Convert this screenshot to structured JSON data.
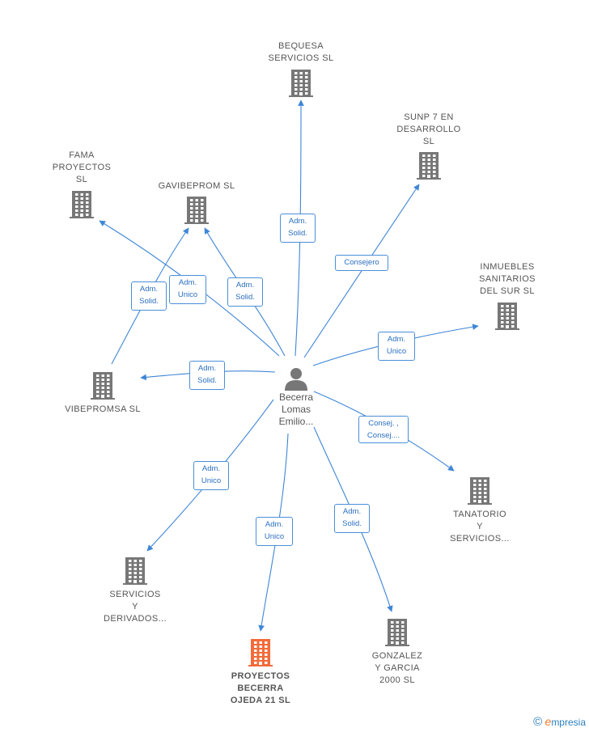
{
  "center": {
    "label": "Becerra\nLomas\nEmilio...",
    "icon": "person-icon",
    "color": "#777777"
  },
  "colors": {
    "edge": "#3f86d6",
    "company": "#777777",
    "highlight": "#f26b3a"
  },
  "companies": [
    {
      "id": "bequesa",
      "label": "BEQUESA\nSERVICIOS SL",
      "highlight": false
    },
    {
      "id": "sunp7",
      "label": "SUNP 7 EN\nDESARROLLO\nSL",
      "highlight": false
    },
    {
      "id": "fama",
      "label": "FAMA\nPROYECTOS\nSL",
      "highlight": false
    },
    {
      "id": "gavibeprom",
      "label": "GAVIBEPROM SL",
      "highlight": false
    },
    {
      "id": "inmuebles",
      "label": "INMUEBLES\nSANITARIOS\nDEL SUR  SL",
      "highlight": false
    },
    {
      "id": "vibepromsa",
      "label": "VIBEPROMSA SL",
      "highlight": false
    },
    {
      "id": "tanatorio",
      "label": "TANATORIO\nY\nSERVICIOS...",
      "highlight": false
    },
    {
      "id": "servicios",
      "label": "SERVICIOS\nY\nDERIVADOS...",
      "highlight": false
    },
    {
      "id": "proyectos",
      "label": "PROYECTOS\nBECERRA\nOJEDA 21  SL",
      "highlight": true
    },
    {
      "id": "gonzalez",
      "label": "GONZALEZ\nY GARCIA\n2000 SL",
      "highlight": false
    }
  ],
  "edges": [
    {
      "id": "e-bequesa",
      "label": "Adm.\nSolid."
    },
    {
      "id": "e-sunp7",
      "label": "Consejero"
    },
    {
      "id": "e-fama",
      "label": "Adm.\nUnico"
    },
    {
      "id": "e-gavibeprom",
      "label": "Adm.\nSolid."
    },
    {
      "id": "e-vibe-gavi",
      "label": "Adm.\nSolid."
    },
    {
      "id": "e-inmuebles",
      "label": "Adm.\nUnico"
    },
    {
      "id": "e-vibepromsa",
      "label": "Adm.\nSolid."
    },
    {
      "id": "e-tanatorio",
      "label": "Consej. ,\nConsej...."
    },
    {
      "id": "e-servicios",
      "label": "Adm.\nUnico"
    },
    {
      "id": "e-proyectos",
      "label": "Adm.\nUnico"
    },
    {
      "id": "e-gonzalez",
      "label": "Adm.\nSolid."
    }
  ],
  "brand": {
    "copyright": "©",
    "initial": "e",
    "name": "mpresia"
  }
}
